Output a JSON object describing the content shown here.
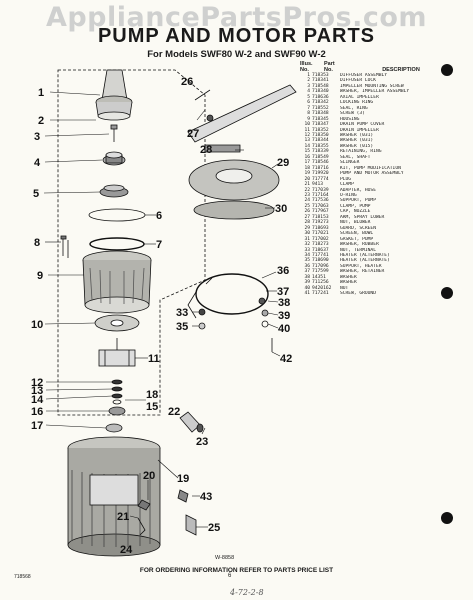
{
  "watermark": "AppliancePartsPros.com",
  "header": {
    "title": "PUMP AND MOTOR PARTS",
    "subtitle": "For Models SWF80 W-2 and SWF90 W-2"
  },
  "parts_table": {
    "head_illus": "Illus.",
    "head_no": "No.",
    "head_part": "Part",
    "head_part_no": "No.",
    "head_desc": "DESCRIPTION",
    "rows": [
      {
        "n": "1",
        "p": "718353",
        "d": "DIFFUSER ASSEMBLY"
      },
      {
        "n": "2",
        "p": "718341",
        "d": "DIFFUSER LOCK"
      },
      {
        "n": "3",
        "p": "718548",
        "d": "IMPELLER MOUNTING SCREW"
      },
      {
        "n": "4",
        "p": "718340",
        "d": "WASHER, IMPELLER ASSEMBLY"
      },
      {
        "n": "5",
        "p": "718636",
        "d": "AXIAL IMPELLER"
      },
      {
        "n": "6",
        "p": "718342",
        "d": "LOCKING RING"
      },
      {
        "n": "7",
        "p": "718552",
        "d": "SEAL, RING"
      },
      {
        "n": "8",
        "p": "718348",
        "d": "SCREW (3)"
      },
      {
        "n": "9",
        "p": "718345",
        "d": "HOUSING"
      },
      {
        "n": "10",
        "p": "718347",
        "d": "DRAIN PUMP COVER"
      },
      {
        "n": "11",
        "p": "718352",
        "d": "DRAIN IMPELLER"
      },
      {
        "n": "12",
        "p": "718350",
        "d": "WASHER (031)"
      },
      {
        "n": "13",
        "p": "718344",
        "d": "WASHER (031)"
      },
      {
        "n": "14",
        "p": "718355",
        "d": "WASHER (015)"
      },
      {
        "n": "15",
        "p": "718339",
        "d": "RETAINING, RING"
      },
      {
        "n": "16",
        "p": "718549",
        "d": "SEAL, SHAFT"
      },
      {
        "n": "17",
        "p": "718546",
        "d": "SLINGER"
      },
      {
        "n": "18",
        "p": "718716",
        "d": "KIT, PUMP MODIFICATION"
      },
      {
        "n": "19",
        "p": "719920",
        "d": "PUMP AND MOTOR ASSEMBLY"
      },
      {
        "n": "20",
        "p": "717774",
        "d": "PLUG"
      },
      {
        "n": "21",
        "p": "9413",
        "d": "CLAMP"
      },
      {
        "n": "22",
        "p": "717039",
        "d": "ADAPTER, HOSE"
      },
      {
        "n": "23",
        "p": "717164",
        "d": "O-RING"
      },
      {
        "n": "24",
        "p": "717536",
        "d": "SUPPORT, PUMP"
      },
      {
        "n": "25",
        "p": "717063",
        "d": "CLAMP, PUMP"
      },
      {
        "n": "26",
        "p": "717967",
        "d": "CAP, NOZZLE"
      },
      {
        "n": "27",
        "p": "718153",
        "d": "ARM, SPRAY LOWER"
      },
      {
        "n": "28",
        "p": "719273",
        "d": "NUT, BLOWER"
      },
      {
        "n": "29",
        "p": "718693",
        "d": "GUARD, SCREEN"
      },
      {
        "n": "30",
        "p": "717021",
        "d": "SCREEN, BOWL"
      },
      {
        "n": "31",
        "p": "717002",
        "d": "GASKET, PUMP"
      },
      {
        "n": "32",
        "p": "718273",
        "d": "WASHER, RUBBER"
      },
      {
        "n": "33",
        "p": "718637",
        "d": "NUT, TERMINAL"
      },
      {
        "n": "34",
        "p": "717741",
        "d": "HEATER (ALTERNATE)"
      },
      {
        "n": "35",
        "p": "718690",
        "d": "HEATER (ALTERNATE)"
      },
      {
        "n": "36",
        "p": "717096",
        "d": "SUPPORT, HEATER"
      },
      {
        "n": "37",
        "p": "717599",
        "d": "WASHER, RETAINER"
      },
      {
        "n": "38",
        "p": "14351",
        "d": "WASHER"
      },
      {
        "n": "39",
        "p": "711256",
        "d": "WASHER"
      },
      {
        "n": "40",
        "p": "9420162",
        "d": "NUT"
      },
      {
        "n": "41",
        "p": "717241",
        "d": "SCREW, GROUND"
      }
    ]
  },
  "callouts": {
    "c1": "1",
    "c2": "2",
    "c3": "3",
    "c4": "4",
    "c5": "5",
    "c6": "6",
    "c7": "7",
    "c8": "8",
    "c9": "9",
    "c10": "10",
    "c11": "11",
    "c12": "12",
    "c13": "13",
    "c14": "14",
    "c15": "15",
    "c16": "16",
    "c17": "17",
    "c18": "18",
    "c19": "19",
    "c20": "20",
    "c21": "21",
    "c22": "22",
    "c23": "23",
    "c24": "24",
    "c25": "25",
    "c26": "26",
    "c27": "27",
    "c28": "28",
    "c29": "29",
    "c30": "30",
    "c33": "33",
    "c35": "35",
    "c36": "36",
    "c37": "37",
    "c38": "38",
    "c39": "39",
    "c40": "40",
    "c42": "42",
    "c43": "43"
  },
  "diagram_code": "W-8858",
  "footer": {
    "notice": "FOR ORDERING INFORMATION REFER TO PARTS PRICE LIST",
    "ref": "718568",
    "page": "6",
    "handwritten": "4-72-2-8"
  }
}
